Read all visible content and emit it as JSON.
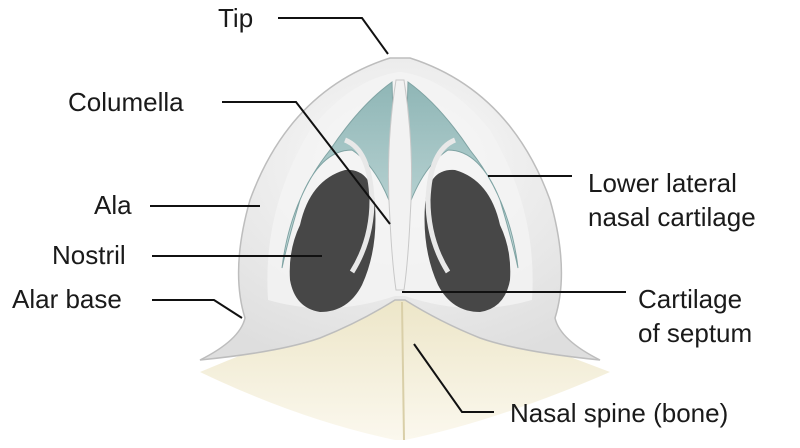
{
  "labels": {
    "tip": "Tip",
    "columella": "Columella",
    "ala": "Ala",
    "nostril": "Nostril",
    "alar_base": "Alar base",
    "lower_lateral_line1": "Lower lateral",
    "lower_lateral_line2": "nasal cartilage",
    "septum_line1": "Cartilage",
    "septum_line2": "of septum",
    "nasal_spine": "Nasal spine (bone)"
  },
  "colors": {
    "skin": "#eeeeee",
    "skin_shadow": "#d6d6d6",
    "cartilage": "#9dbfbf",
    "nostril": "#4a4a4a",
    "bone": "#f0ead2",
    "leader": "#111111"
  }
}
